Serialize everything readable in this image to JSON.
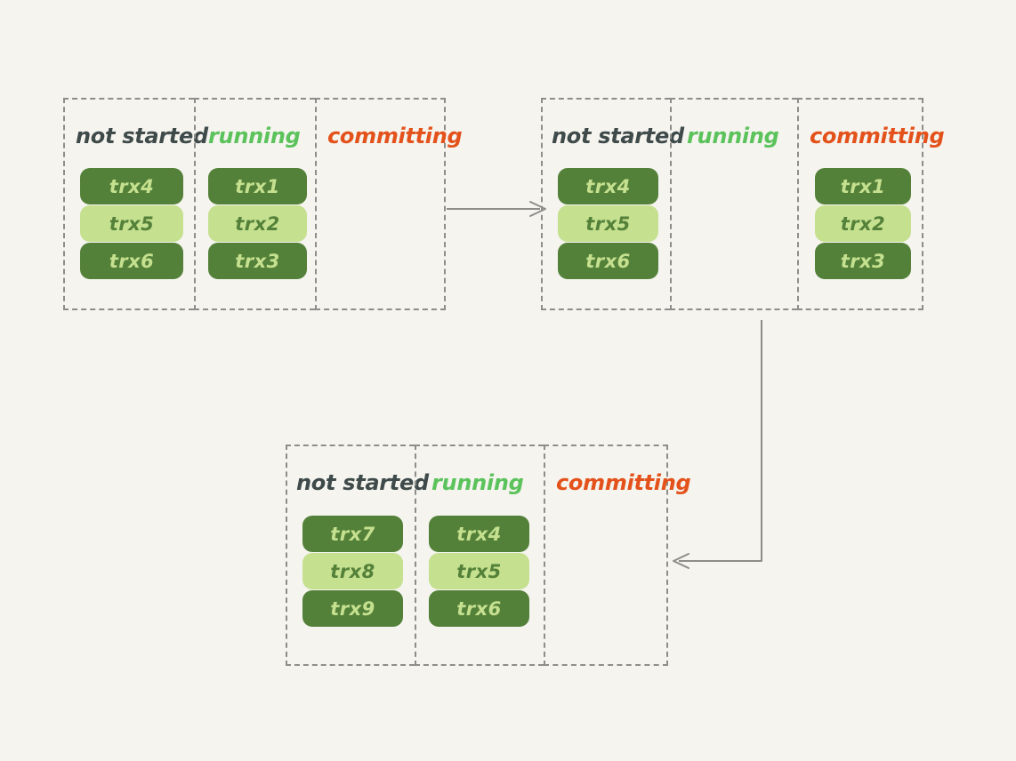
{
  "diagram": {
    "title": "Transaction state progression",
    "background_color": "#f5f4ef",
    "colors": {
      "dark_green": "#548139",
      "light_green": "#c5e08f",
      "not_started_label": "#3f4a4a",
      "running_label": "#5cc35c",
      "committing_label": "#e4521b",
      "dashed_border": "#8d8d8a",
      "arrow": "#8d8d8a"
    },
    "column_labels": {
      "not_started": "not started",
      "running": "running",
      "committing": "committing"
    },
    "groups": [
      {
        "id": "group-1",
        "columns": [
          {
            "state": "not started",
            "label": "not started",
            "items": [
              {
                "label": "trx4",
                "tone": "dark"
              },
              {
                "label": "trx5",
                "tone": "light"
              },
              {
                "label": "trx6",
                "tone": "dark"
              }
            ]
          },
          {
            "state": "running",
            "label": "running",
            "items": [
              {
                "label": "trx1",
                "tone": "dark"
              },
              {
                "label": "trx2",
                "tone": "light"
              },
              {
                "label": "trx3",
                "tone": "dark"
              }
            ]
          },
          {
            "state": "committing",
            "label": "committing",
            "items": []
          }
        ]
      },
      {
        "id": "group-2",
        "columns": [
          {
            "state": "not started",
            "label": "not started",
            "items": [
              {
                "label": "trx4",
                "tone": "dark"
              },
              {
                "label": "trx5",
                "tone": "light"
              },
              {
                "label": "trx6",
                "tone": "dark"
              }
            ]
          },
          {
            "state": "running",
            "label": "running",
            "items": []
          },
          {
            "state": "committing",
            "label": "committing",
            "items": [
              {
                "label": "trx1",
                "tone": "dark"
              },
              {
                "label": "trx2",
                "tone": "light"
              },
              {
                "label": "trx3",
                "tone": "dark"
              }
            ]
          }
        ]
      },
      {
        "id": "group-3",
        "columns": [
          {
            "state": "not started",
            "label": "not started",
            "items": [
              {
                "label": "trx7",
                "tone": "dark"
              },
              {
                "label": "trx8",
                "tone": "light"
              },
              {
                "label": "trx9",
                "tone": "dark"
              }
            ]
          },
          {
            "state": "running",
            "label": "running",
            "items": [
              {
                "label": "trx4",
                "tone": "dark"
              },
              {
                "label": "trx5",
                "tone": "light"
              },
              {
                "label": "trx6",
                "tone": "dark"
              }
            ]
          },
          {
            "state": "committing",
            "label": "committing",
            "items": []
          }
        ]
      }
    ],
    "connectors": [
      {
        "id": "arrow-group1-to-group2",
        "from": "group-1",
        "to": "group-2",
        "direction": "right"
      },
      {
        "id": "arrow-group2-to-group3",
        "from": "group-2",
        "to": "group-3",
        "direction": "down-left"
      }
    ]
  }
}
